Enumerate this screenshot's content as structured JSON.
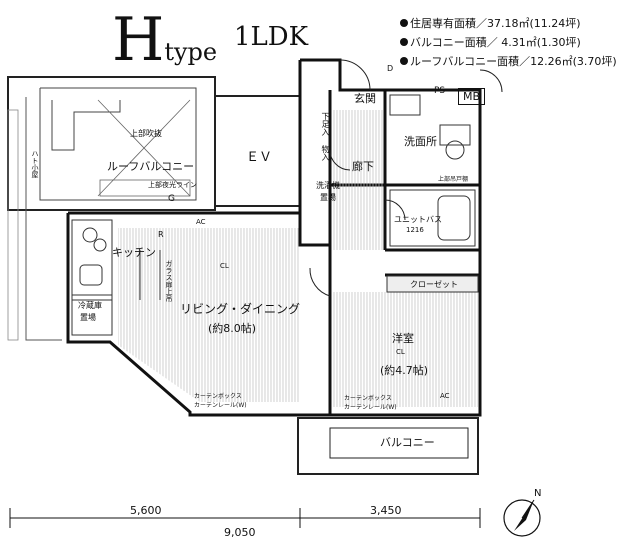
{
  "header": {
    "type_letter": "H",
    "type_word": "type",
    "layout": "1LDK"
  },
  "areas": [
    {
      "label": "住居専有面積",
      "value": "／37.18㎡(11.24坪)"
    },
    {
      "label": "バルコニー面積",
      "value": "／ 4.31㎡(1.30坪)"
    },
    {
      "label": "ルーフバルコニー面積",
      "value": "／12.26㎡(3.70坪)"
    }
  ],
  "rooms": {
    "roof_balcony": "ルーフバルコニー",
    "upper_void": "上部吹抜",
    "upper_louver": "上部夜光ライン",
    "hatched": "ハト小屋",
    "ev": "ＥＶ",
    "entrance": "玄関",
    "shoes": "下足入",
    "storage": "物入",
    "corridor": "廊下",
    "laundry_line1": "洗濯機",
    "laundry_line2": "置場",
    "washroom": "洗面所",
    "unit_bath_line1": "ユニットバス",
    "unit_bath_line2": "1216",
    "kitchen": "キッチン",
    "fridge_line1": "冷蔵庫",
    "fridge_line2": "置場",
    "glass_label": "ガラス扉上吊",
    "living": "リビング・ダイニング",
    "living_size": "(約8.0帖)",
    "closet": "クローゼット",
    "western": "洋室",
    "western_size": "(約4.7帖)",
    "balcony": "バルコニー",
    "curtain_box": "カーテンボックス",
    "curtain_rail": "カーテンレール(W)",
    "upper_storage": "上部吊戸棚"
  },
  "symbols": {
    "ps": "PS",
    "mb": "MB",
    "cl": "CL",
    "ac": "AC",
    "r": "R",
    "g": "G",
    "d": "D"
  },
  "dimensions": {
    "left": "5,600",
    "right": "3,450",
    "total": "9,050"
  },
  "compass": "N"
}
